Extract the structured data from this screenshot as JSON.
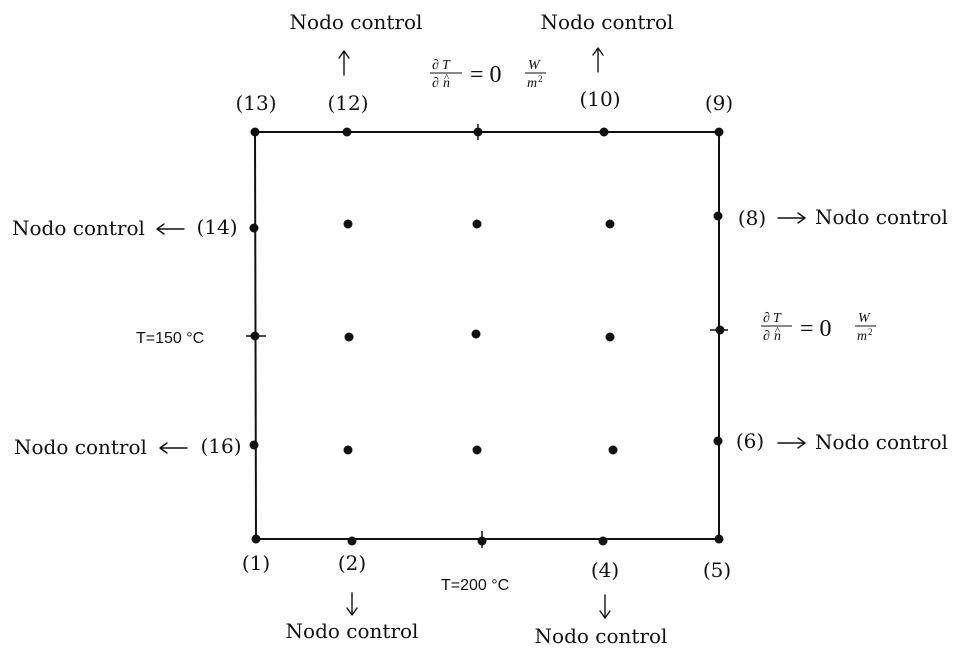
{
  "nodes": {
    "n1": "(1)",
    "n2": "(2)",
    "n4": "(4)",
    "n5": "(5)",
    "n6": "(6)",
    "n8": "(8)",
    "n9": "(9)",
    "n10": "(10)",
    "n12": "(12)",
    "n13": "(13)",
    "n14": "(14)",
    "n16": "(16)"
  },
  "control_label": "Nodo control",
  "boundary": {
    "left": "T=150 °C",
    "bottom": "T=200 °C",
    "flux": {
      "partial": "∂",
      "T": "T",
      "n": "n",
      "hat": "^",
      "eq": "= 0",
      "W": "W",
      "m": "m",
      "sq": "2"
    }
  },
  "colors": {
    "ink": "#111111",
    "background": "#ffffff"
  }
}
